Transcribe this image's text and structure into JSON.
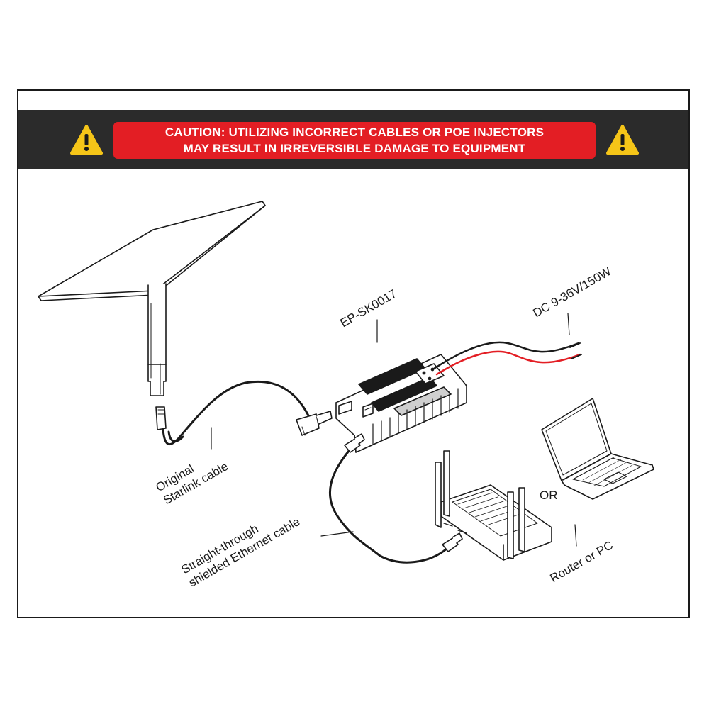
{
  "banner": {
    "caution_line1": "CAUTION: UTILIZING INCORRECT CABLES OR POE INJECTORS",
    "caution_line2": "MAY RESULT IN IRREVERSIBLE DAMAGE TO EQUIPMENT",
    "background_color": "#2b2b2b",
    "caution_color": "#e31e24",
    "warning_color": "#f5c518"
  },
  "labels": {
    "device_model": "EP-SK0017",
    "power_input": "DC 9-36V/150W",
    "starlink_cable_line1": "Original",
    "starlink_cable_line2": "Starlink cable",
    "ethernet_cable_line1": "Straight-through",
    "ethernet_cable_line2": "shielded Ethernet cable",
    "or_text": "OR",
    "router_pc": "Router or PC"
  },
  "icons": [
    "warning-triangle-icon",
    "starlink-dish-icon",
    "poe-adapter-icon",
    "router-icon",
    "laptop-icon"
  ]
}
